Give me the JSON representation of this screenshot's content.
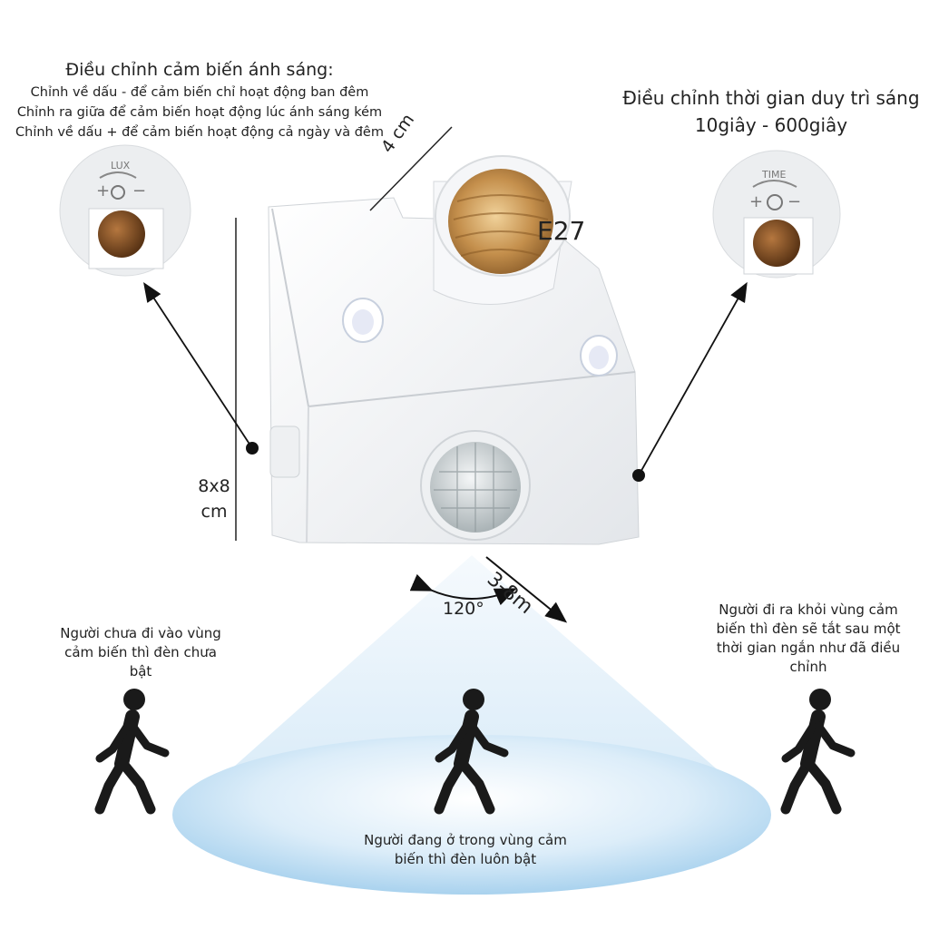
{
  "light_sensor": {
    "title": "Điều chỉnh cảm biến ánh sáng:",
    "lines": [
      "Chỉnh về dấu - để cảm biến chỉ hoạt động ban đêm",
      "Chỉnh ra giữa để cảm biến hoạt động lúc ánh sáng kém",
      "Chỉnh về dấu + để cảm biến hoạt động cả ngày và đêm"
    ],
    "dial_label": "LUX"
  },
  "time_control": {
    "title": "Điều chỉnh thời gian duy trì sáng",
    "range": "10giây  -  600giây",
    "dial_label": "TIME"
  },
  "socket_label": "E27",
  "dimensions": {
    "depth": "4 cm",
    "size": "8x8 cm",
    "range": "3-8m",
    "angle": "120°"
  },
  "captions": {
    "left": "Người chưa đi vào vùng cảm biến thì đèn chưa bật",
    "center": "Người đang ở trong vùng cảm biến thì đèn luôn bật",
    "right": "Người đi ra khỏi vùng cảm biến thì đèn sẽ tắt sau một thời gian ngắn như đã điều chỉnh"
  },
  "colors": {
    "device_body": "#f4f5f7",
    "socket_brass": "#c9995a",
    "detection_zone": "#b9dcf2",
    "figure": "#1a1a1a"
  }
}
